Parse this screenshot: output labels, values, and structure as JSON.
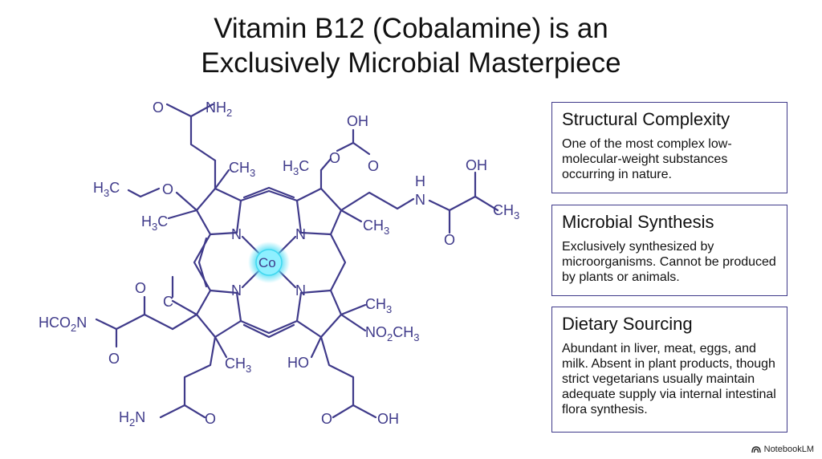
{
  "title": {
    "line1": "Vitamin B12 (Cobalamine) is an",
    "line2": "Exclusively Microbial Masterpiece"
  },
  "molecule": {
    "labels": {
      "o_amide_top": "O",
      "nh2_top": "NH",
      "nh2_top_sub": "2",
      "ch3_a": "CH",
      "ch3_a_sub": "3",
      "h3c_o_left": "H",
      "h3c_o_left_sub": "3",
      "h3c_o_left_c": "C",
      "o_ether": "O",
      "h3c_left2": "H",
      "h3c_left2_sub": "3",
      "h3c_left2_c": "C",
      "n_tl": "N",
      "n_tr": "N",
      "n_bl": "N",
      "n_br": "N",
      "co": "Co",
      "h3c_top": "H",
      "h3c_top_sub": "3",
      "h3c_top_c": "C",
      "o_ester": "O",
      "oh_top": "OH",
      "o_ester2": "O",
      "ch3_right": "CH",
      "ch3_right_sub": "3",
      "nh_h": "H",
      "nh_n": "N",
      "o_amide_right": "O",
      "oh_right": "OH",
      "ch3_far": "CH",
      "ch3_far_sub": "3",
      "c_left": "C",
      "o_keto1": "O",
      "o_keto2": "O",
      "hco2n": "HCO",
      "hco2n_sub": "2",
      "hco2n_n": "N",
      "o_bottom_left": "O",
      "ch3_bottom": "CH",
      "ch3_bottom_sub": "3",
      "ch3_br": "CH",
      "ch3_br_sub": "3",
      "no2ch3": "NO",
      "no2ch3_sub": "2",
      "no2ch3_ch": "CH",
      "no2ch3_sub2": "3",
      "ho_bottom": "HO",
      "h2n_bottom": "H",
      "h2n_bottom_sub": "2",
      "h2n_bottom_n": "N",
      "o_amide_bottom": "O",
      "o_acid": "O",
      "oh_acid": "OH"
    }
  },
  "cards": [
    {
      "heading": "Structural Complexity",
      "body": "One of the most complex low-molecular-weight substances occurring in nature."
    },
    {
      "heading": "Microbial Synthesis",
      "body": "Exclusively synthesized by microorganisms. Cannot be produced by plants or animals."
    },
    {
      "heading": "Dietary Sourcing",
      "body": "Abundant in liver, meat, eggs, and milk. Absent in plant products, though strict vegetarians usually maintain adequate supply via internal intestinal flora synthesis."
    }
  ],
  "brand": {
    "name": "NotebookLM"
  },
  "colors": {
    "bond": "#3f3a8a",
    "cobalt_glow": "#3fd8f0",
    "border": "#3f3a8a"
  }
}
